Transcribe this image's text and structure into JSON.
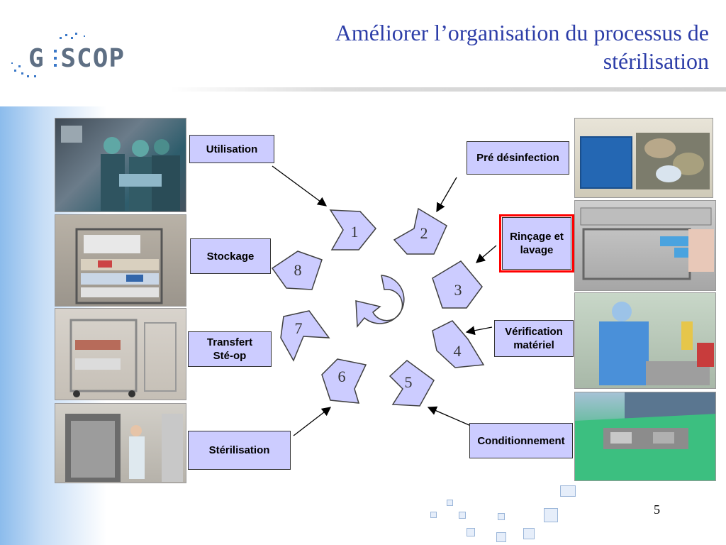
{
  "header": {
    "logo_text": "G SCOP",
    "title_line1": "Améliorer l’organisation du processus de",
    "title_line2": "stérilisation"
  },
  "cycle": {
    "steps": [
      {
        "number": "1",
        "label": "Utilisation"
      },
      {
        "number": "2",
        "label": "Pré désinfection"
      },
      {
        "number": "3",
        "label_line1": "Rinçage et",
        "label_line2": "lavage"
      },
      {
        "number": "4",
        "label_line1": "Vérification",
        "label_line2": "matériel"
      },
      {
        "number": "5",
        "label": "Conditionnement"
      },
      {
        "number": "6",
        "label": "Stérilisation"
      },
      {
        "number": "7",
        "label_line1": "Transfert",
        "label_line2": "Sté-op"
      },
      {
        "number": "8",
        "label": "Stockage"
      }
    ],
    "highlighted_step": "3",
    "shape_fill": "#ccccff",
    "highlight_color": "#ff0000"
  },
  "footer": {
    "page_number": "5"
  }
}
